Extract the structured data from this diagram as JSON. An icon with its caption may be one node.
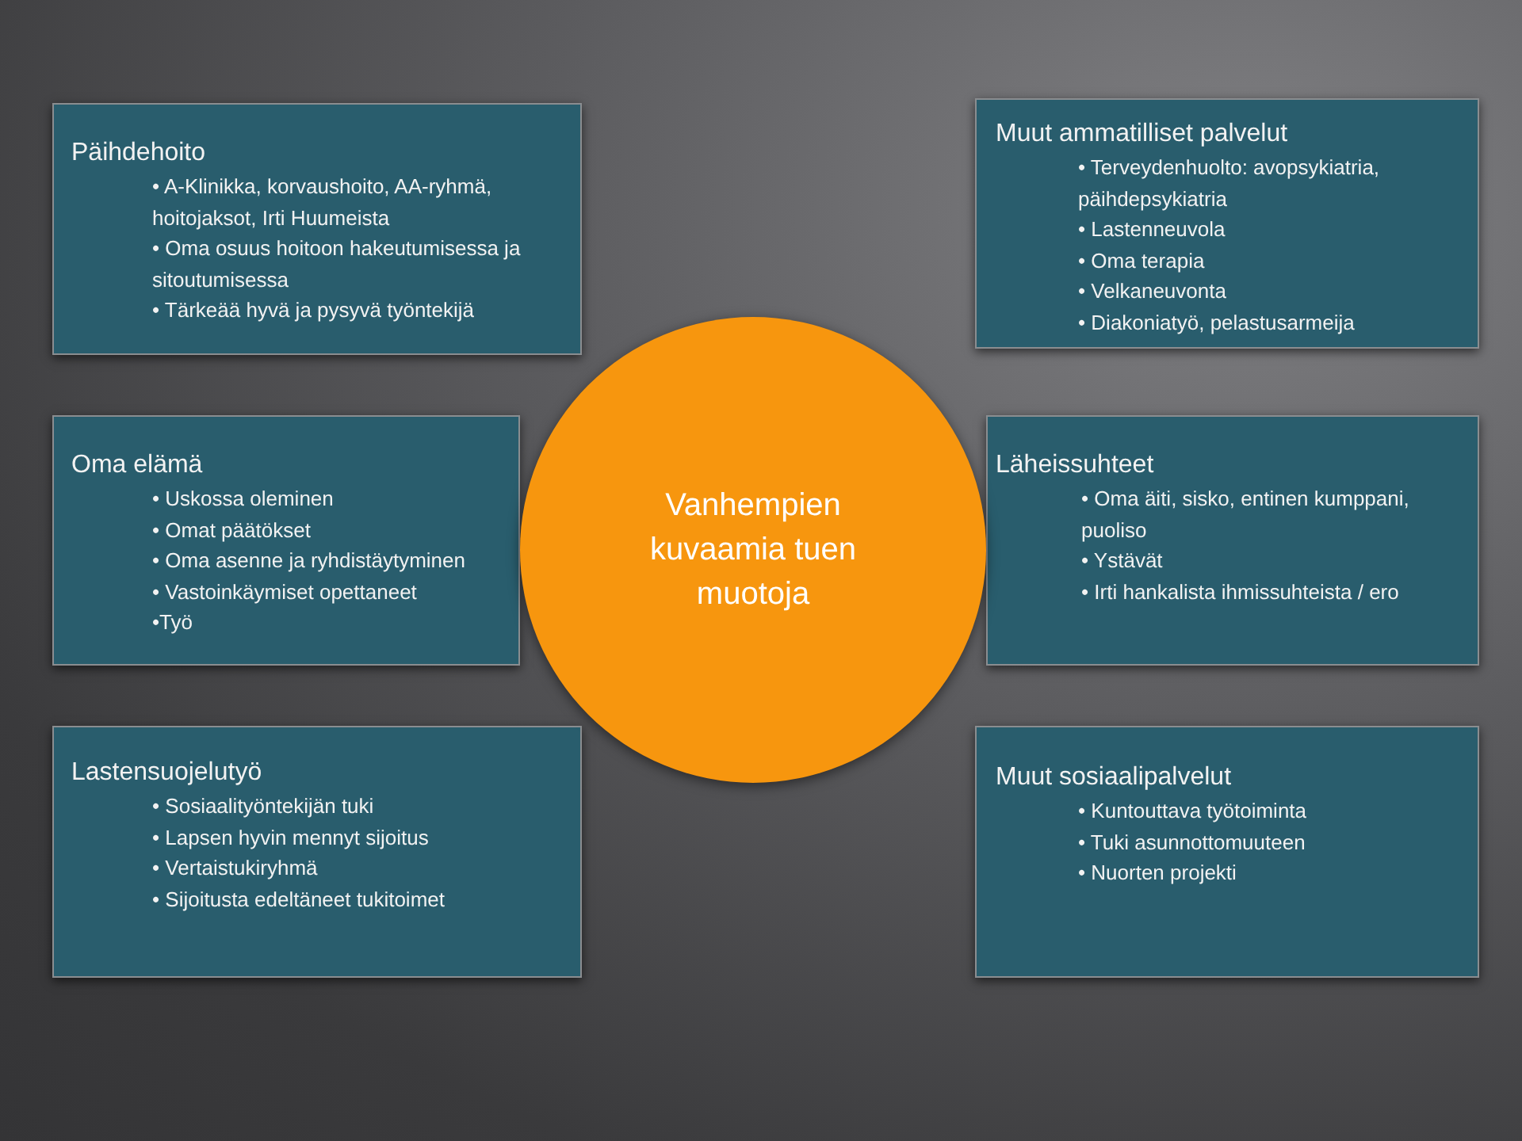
{
  "diagram": {
    "nodes": [
      {
        "text": [
          "Päihdehoito",
          "• A-Klinikka, korvaushoito, AA-ryhmä, hoitojaksot, Irti Huumeista",
          "• Oma osuus hoitoon hakeutumisessa ja sitoutumisessa",
          "• Tärkeää hyvä ja pysyvä työntekijä"
        ]
      },
      {
        "text": [
          "Muut ammatilliset palvelut",
          "• Terveydenhuolto: avopsykiatria, päihdepsykiatria",
          "• Lastenneuvola",
          "• Oma terapia",
          "• Velkaneuvonta",
          "• Diakoniatyö, pelastusarmeija"
        ]
      },
      {
        "text": [
          "Oma elämä",
          "• Uskossa oleminen",
          "• Omat päätökset",
          "• Oma asenne ja ryhdistäytyminen",
          "• Vastoinkäymiset opettaneet",
          "•Työ"
        ]
      },
      {
        "text": [
          "Vanhempien kuvaamia tuen muotoja"
        ]
      },
      {
        "text": [
          "Läheissuhteet",
          "• Oma äiti, sisko, entinen kumppani, puoliso",
          "• Ystävät",
          "• Irti hankalista ihmissuhteista / ero"
        ]
      },
      {
        "text": [
          "Lastensuojelutyö",
          "• Sosiaalityöntekijän tuki",
          "• Lapsen hyvin mennyt sijoitus",
          "• Vertaistukiryhmä",
          "• Sijoitusta edeltäneet tukitoimet"
        ]
      },
      {
        "text": [
          "Muut sosiaalipalvelut",
          "• Kuntouttava työtoiminta",
          "• Tuki asunnottomuuteen",
          "• Nuorten projekti"
        ]
      }
    ]
  }
}
